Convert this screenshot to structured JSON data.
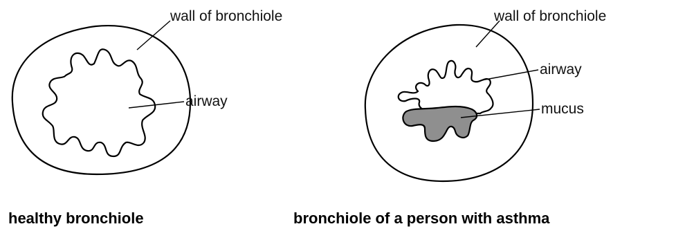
{
  "left_diagram": {
    "caption": "healthy bronchiole",
    "labels": {
      "wall": "wall of bronchiole",
      "airway": "airway"
    }
  },
  "right_diagram": {
    "caption": "bronchiole of a person with asthma",
    "labels": {
      "wall": "wall of bronchiole",
      "airway": "airway",
      "mucus": "mucus"
    }
  },
  "colors": {
    "mucus_fill": "#8f8f8f",
    "line": "#000000"
  }
}
